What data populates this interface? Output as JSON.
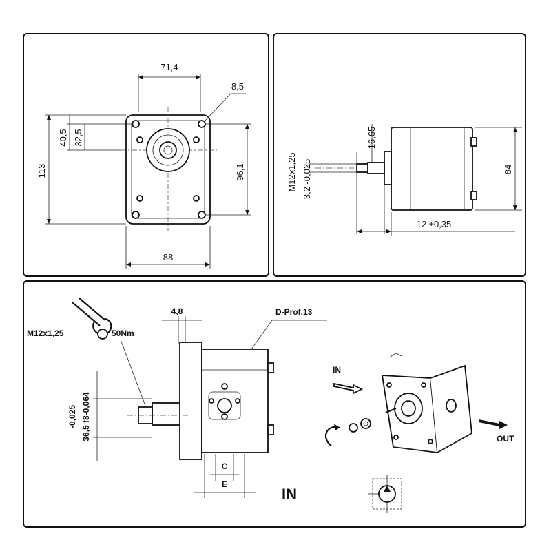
{
  "front_view": {
    "dim_flange_width": "71,4",
    "dim_hole_dia": "8,5",
    "dim_upper_offset": "40,5",
    "dim_upper_inner": "32,5",
    "dim_total_height": "113",
    "dim_hole_spacing": "96,1",
    "dim_total_width": "88"
  },
  "side_view": {
    "dim_thread": "M12x1,25",
    "dim_key": "3,2 -0,025",
    "dim_shaft_len": "16,65",
    "dim_body_height": "84",
    "dim_flange_offset": "12 ±0,35"
  },
  "detail_view": {
    "thread_label": "M12x1,25",
    "torque_label": "50Nm",
    "dim_flange_thickness": "4,8",
    "port_label": "D-Prof.13",
    "dim_shaft_dia": "36,5 f8-0,064",
    "dim_shaft_tol": "-0,025",
    "dim_c": "C",
    "dim_e": "E",
    "in_big": "IN",
    "in_small": "IN",
    "out_label": "OUT"
  }
}
